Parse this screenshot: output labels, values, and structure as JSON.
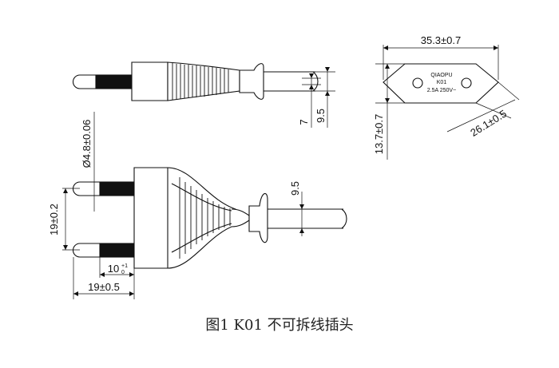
{
  "caption": "图1 K01 不可拆线插头",
  "plug_face": {
    "brand": "QIAOPU",
    "model": "K01",
    "rating": "2.5A 250V~"
  },
  "dimensions": {
    "face_width": "35.3±0.7",
    "face_height": "13.7±0.7",
    "face_diagonal": "26.1±0.5",
    "pin_diameter": "Ø4.8±0.06",
    "pin_spacing": "19±0.2",
    "pin_length": "19±0.5",
    "pin_insulated": "10",
    "pin_insulated_tol": "+1",
    "pin_insulated_tol2": "0",
    "cord_dim_side_a": "7",
    "cord_dim_side_b": "9.5",
    "cord_dim_top": "9.5"
  }
}
